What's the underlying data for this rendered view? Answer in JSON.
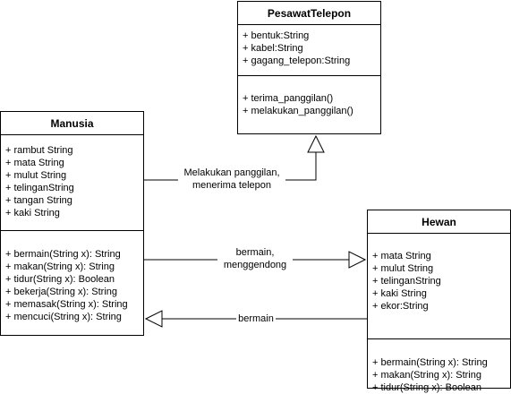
{
  "classes": {
    "pesawat_telepon": {
      "name": "PesawatTelepon",
      "attributes": [
        "+ bentuk:String",
        "+ kabel:String",
        "+ gagang_telepon:String"
      ],
      "operations": [
        "+ terima_panggilan()",
        "+ melakukan_panggilan()"
      ]
    },
    "manusia": {
      "name": "Manusia",
      "attributes": [
        "+ rambut String",
        "+ mata String",
        "+ mulut String",
        "+ telinganString",
        "+ tangan String",
        "+ kaki String"
      ],
      "operations": [
        "+ bermain(String x): String",
        "+ makan(String x): String",
        "+ tidur(String x): Boolean",
        "+ bekerja(String x): String",
        "+ memasak(String x): String",
        "+ mencuci(String x): String"
      ]
    },
    "hewan": {
      "name": "Hewan",
      "attributes": [
        "+ mata String",
        "+ mulut String",
        "+ telinganString",
        "+ kaki String",
        "+ ekor:String"
      ],
      "operations": [
        "+ bermain(String x): String",
        "+ makan(String x): String",
        "+ tidur(String x): Boolean"
      ]
    }
  },
  "edges": {
    "manusia_to_telepon": {
      "label_line1": "Melakukan panggilan,",
      "label_line2": "menerima telepon"
    },
    "manusia_to_hewan": {
      "label_line1": "bermain,",
      "label_line2": "menggendong"
    },
    "hewan_to_manusia": {
      "label": "bermain"
    }
  }
}
